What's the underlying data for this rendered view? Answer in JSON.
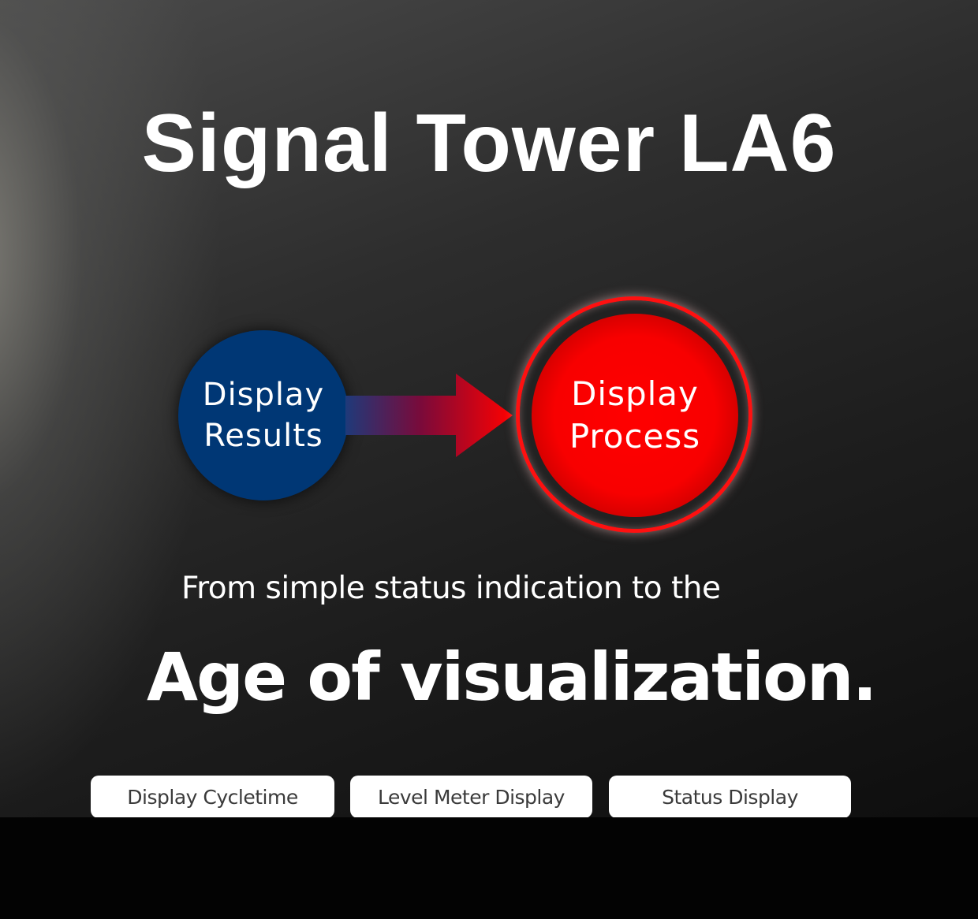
{
  "banner": {
    "title": "Signal Tower LA6",
    "flow": {
      "from": {
        "line1": "Display",
        "line2": "Results",
        "color": "#003775"
      },
      "arrow": {
        "gradient_start": "#1f3a7a",
        "gradient_end": "#ff0000"
      },
      "to": {
        "line1": "Display",
        "line2": "Process",
        "color": "#ff0000"
      }
    },
    "subtitle": "From simple status indication to the",
    "headline": "Age of visualization.",
    "buttons": [
      {
        "label": "Display Cycletime"
      },
      {
        "label": "Level Meter Display"
      },
      {
        "label": "Status Display"
      }
    ]
  }
}
